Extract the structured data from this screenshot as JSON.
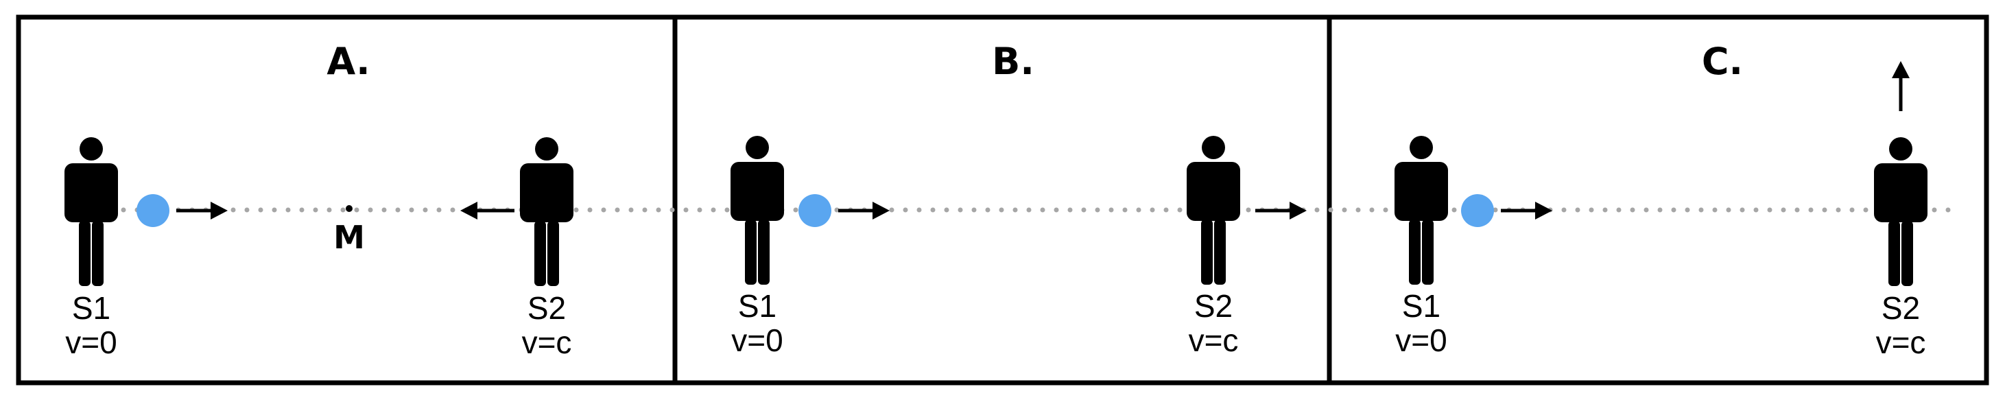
{
  "colors": {
    "frame": "#000000",
    "path_dots": "#a6a6a6",
    "light_ball": "#5aa6f0",
    "figure": "#000000"
  },
  "panels": [
    {
      "title": "A.",
      "observer_1": {
        "name": "S1",
        "velocity": "v=0"
      },
      "observer_2": {
        "name": "S2",
        "velocity": "v=c",
        "direction": "left"
      },
      "midpoint_label": "M"
    },
    {
      "title": "B.",
      "observer_1": {
        "name": "S1",
        "velocity": "v=0"
      },
      "observer_2": {
        "name": "S2",
        "velocity": "v=c",
        "direction": "right"
      }
    },
    {
      "title": "C.",
      "observer_1": {
        "name": "S1",
        "velocity": "v=0"
      },
      "observer_2": {
        "name": "S2",
        "velocity": "v=c",
        "direction": "up"
      }
    }
  ],
  "icons": [
    "person-icon",
    "light-ball-icon",
    "arrow-right-icon",
    "arrow-left-icon",
    "arrow-up-icon"
  ]
}
